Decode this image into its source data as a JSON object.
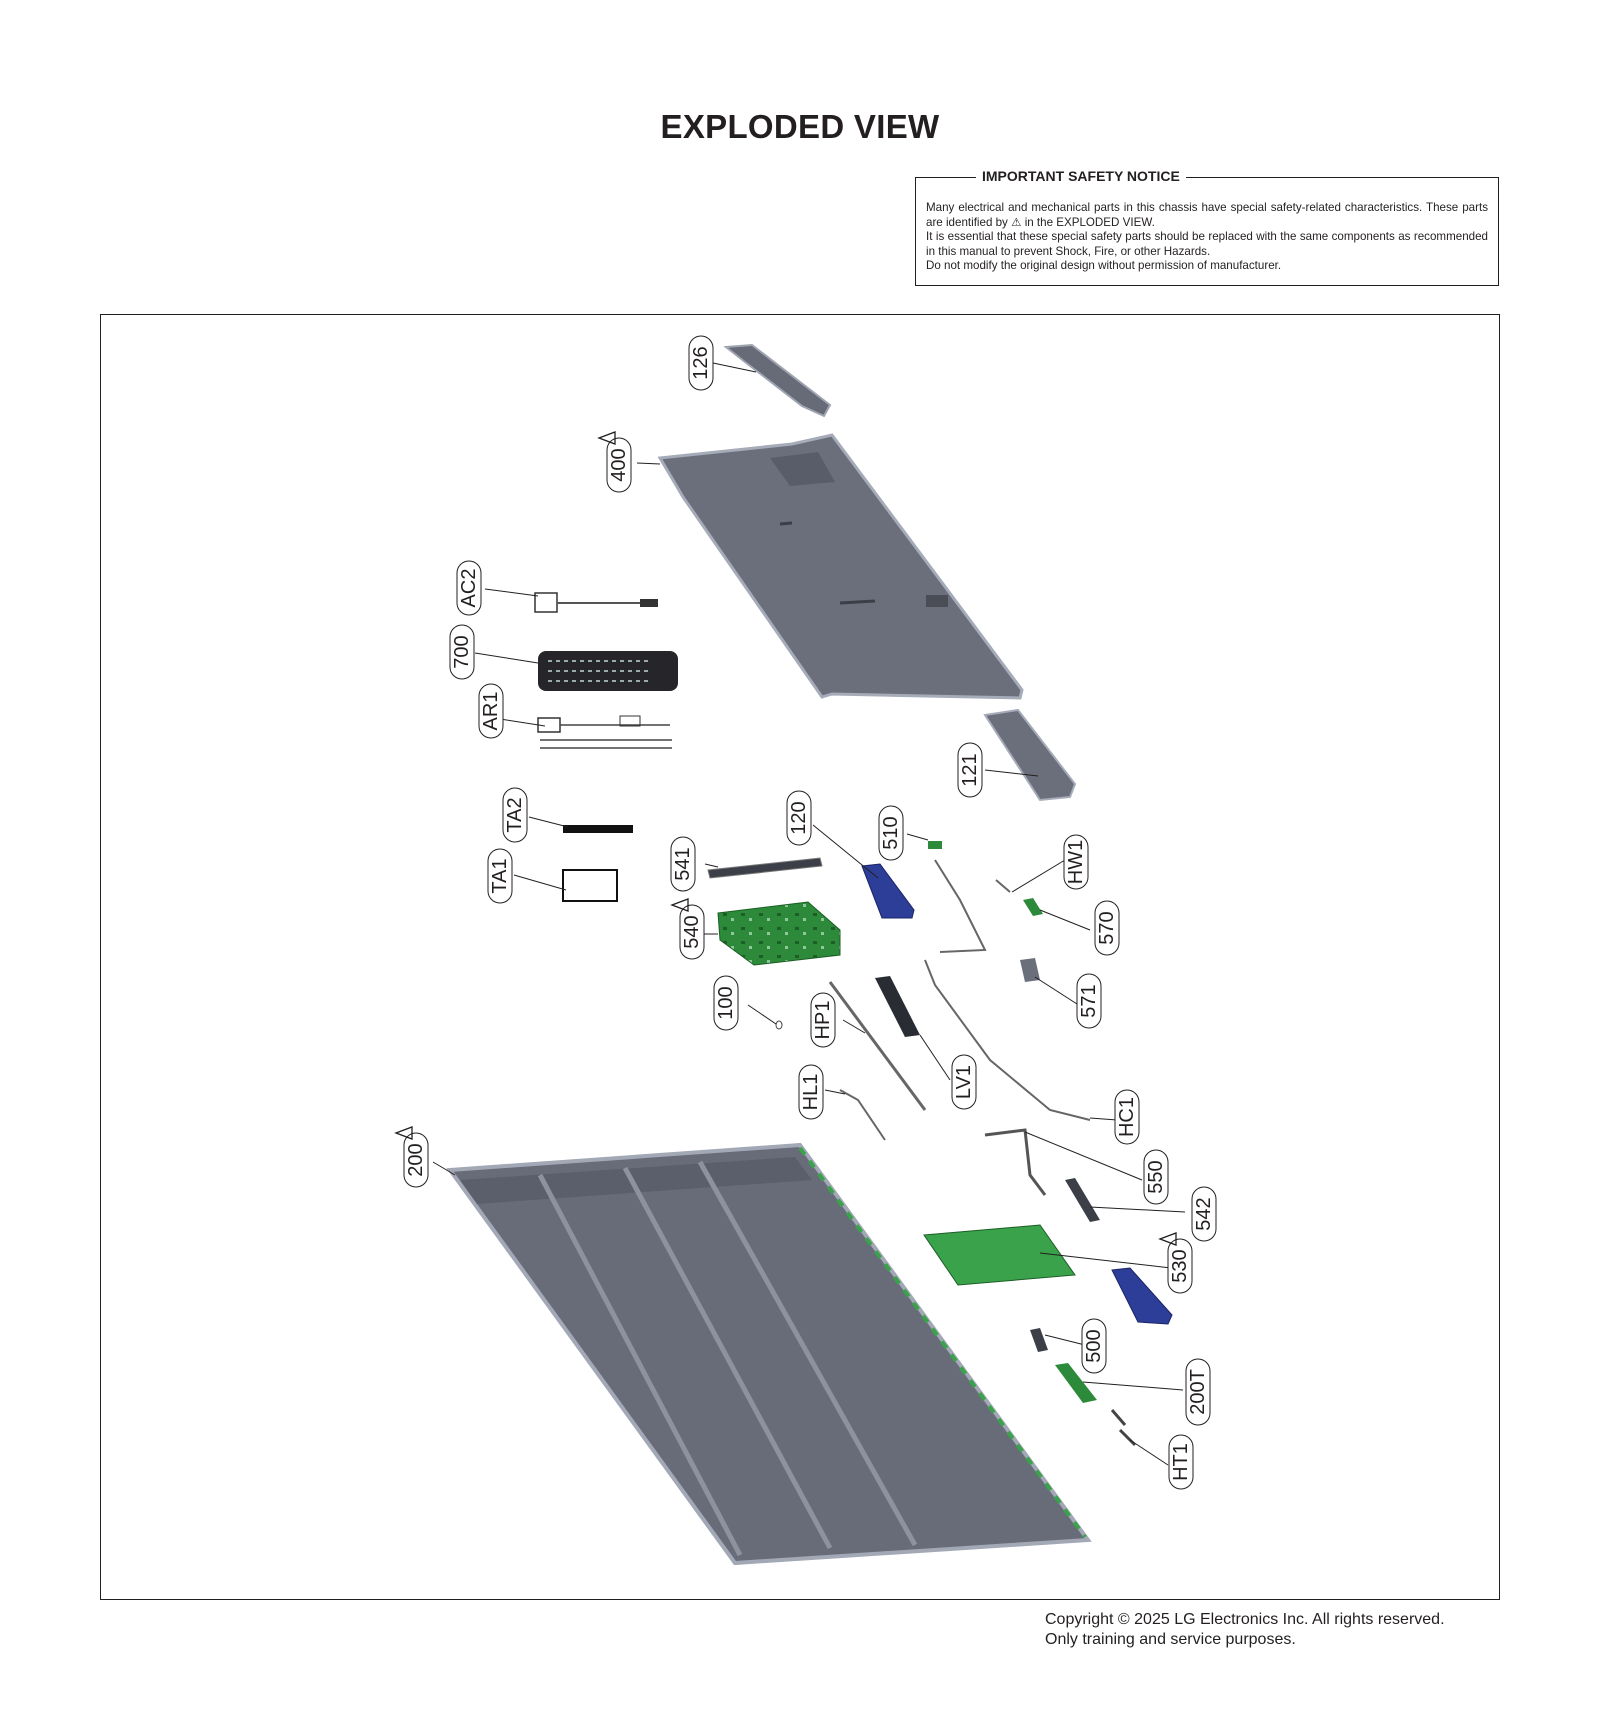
{
  "title": "EXPLODED VIEW",
  "safety_notice": {
    "heading": "IMPORTANT SAFETY NOTICE",
    "line1": "Many electrical and mechanical parts in this chassis have special safety-related characteristics. These parts are identified by ⚠ in the EXPLODED VIEW.",
    "line2": "It is essential that these special safety parts should be replaced with the same components as recommended in this manual to prevent Shock, Fire, or other Hazards.",
    "line3": "Do not modify the original design without permission of manufacturer."
  },
  "callouts": [
    {
      "id": "126",
      "safety": false
    },
    {
      "id": "400",
      "safety": true
    },
    {
      "id": "AC2",
      "safety": false
    },
    {
      "id": "700",
      "safety": false
    },
    {
      "id": "AR1",
      "safety": false
    },
    {
      "id": "121",
      "safety": false
    },
    {
      "id": "TA2",
      "safety": false
    },
    {
      "id": "TA1",
      "safety": false
    },
    {
      "id": "120",
      "safety": false
    },
    {
      "id": "510",
      "safety": false
    },
    {
      "id": "541",
      "safety": false
    },
    {
      "id": "HW1",
      "safety": false
    },
    {
      "id": "540",
      "safety": true
    },
    {
      "id": "570",
      "safety": false
    },
    {
      "id": "571",
      "safety": false
    },
    {
      "id": "100",
      "safety": false
    },
    {
      "id": "HP1",
      "safety": false
    },
    {
      "id": "LV1",
      "safety": false
    },
    {
      "id": "HL1",
      "safety": false
    },
    {
      "id": "HC1",
      "safety": false
    },
    {
      "id": "200",
      "safety": true
    },
    {
      "id": "550",
      "safety": false
    },
    {
      "id": "542",
      "safety": false
    },
    {
      "id": "530",
      "safety": true
    },
    {
      "id": "500",
      "safety": false
    },
    {
      "id": "200T",
      "safety": false
    },
    {
      "id": "HT1",
      "safety": false
    }
  ],
  "copyright": {
    "line1": "Copyright © 2025 LG Electronics Inc. All rights reserved.",
    "line2": "Only training and service purposes."
  }
}
